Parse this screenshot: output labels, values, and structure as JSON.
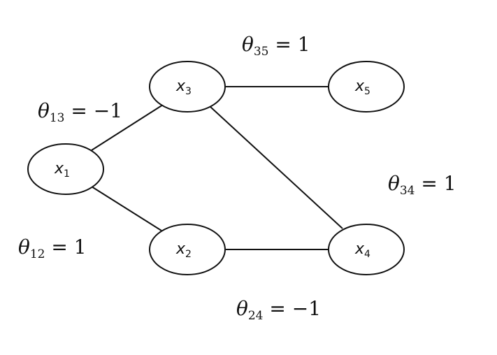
{
  "nodes": [
    {
      "id": "x1",
      "base": "x",
      "sub": "1"
    },
    {
      "id": "x2",
      "base": "x",
      "sub": "2"
    },
    {
      "id": "x3",
      "base": "x",
      "sub": "3"
    },
    {
      "id": "x4",
      "base": "x",
      "sub": "4"
    },
    {
      "id": "x5",
      "base": "x",
      "sub": "5"
    }
  ],
  "edges": [
    {
      "id": "e13",
      "source": "x1",
      "target": "x3",
      "base": "θ",
      "sub": "13",
      "rhs": " = −1"
    },
    {
      "id": "e12",
      "source": "x1",
      "target": "x2",
      "base": "θ",
      "sub": "12",
      "rhs": " = 1"
    },
    {
      "id": "e35",
      "source": "x3",
      "target": "x5",
      "base": "θ",
      "sub": "35",
      "rhs": " = 1"
    },
    {
      "id": "e34",
      "source": "x3",
      "target": "x4",
      "base": "θ",
      "sub": "34",
      "rhs": " = 1"
    },
    {
      "id": "e24",
      "source": "x2",
      "target": "x4",
      "base": "θ",
      "sub": "24",
      "rhs": " = −1"
    }
  ]
}
